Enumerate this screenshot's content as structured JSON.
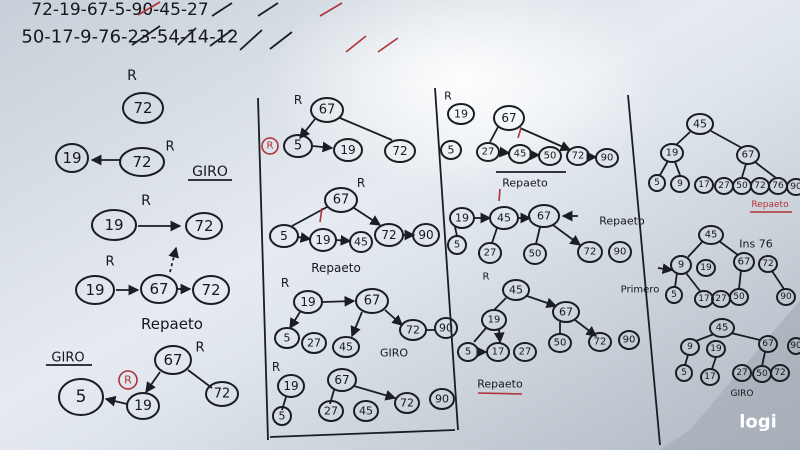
{
  "photo": {
    "subject": "whiteboard-with-avl-tree-notes",
    "ink": "#1a1d22",
    "accent": "#b0323a"
  },
  "header": {
    "row1": "72-19-67-5-90-45-27",
    "row2": "50-17-9-76-23-54-14-12"
  },
  "col1": {
    "r1": "R",
    "n72a": "72",
    "n19b": "19",
    "n72b": "72",
    "rb": "R",
    "giro1": "GIRO",
    "rc": "R",
    "n19c": "19",
    "n72c": "72",
    "rd": "R",
    "n19d": "19",
    "n67d": "67",
    "n72d": "72",
    "reparto1": "Repaeto",
    "giro2": "GIRO",
    "n5e": "5",
    "n67e": "67",
    "re": "R",
    "n19e": "19",
    "n72e": "72",
    "redR1": "R"
  },
  "col2": {
    "ra": "R",
    "n67a": "67",
    "redR2": "R",
    "n5a": "5",
    "n19a": "19",
    "n72a": "72",
    "rb": "R",
    "n67b": "67",
    "n5b": "5",
    "n19b": "19",
    "n45b": "45",
    "n72b": "72",
    "n90b": "90",
    "reparto2": "Repaeto",
    "rc": "R",
    "n19c": "19",
    "n67c": "67",
    "n5c": "5",
    "n27c": "27",
    "n45c": "45",
    "n72c": "72",
    "n90c": "90",
    "giro3": "GIRO",
    "rd": "R",
    "n19d": "19",
    "n67d": "67",
    "n5d": "5",
    "n27d": "27",
    "n45d": "45",
    "n72d": "72",
    "n90d": "90"
  },
  "col3": {
    "ra": "R",
    "n19a": "19",
    "n67a": "67",
    "n5a": "5",
    "n27a": "27",
    "n45a": "45",
    "n50a": "50",
    "n72a": "72",
    "n90a": "90",
    "reparto3": "Repaeto",
    "n19b": "19",
    "n45b": "45",
    "n67b": "67",
    "n5b": "5",
    "n27b": "27",
    "n50b": "50",
    "n72b": "72",
    "n90b": "90",
    "reparto4": "Repaeto",
    "rc": "R",
    "n45c": "45",
    "n19c": "19",
    "n67c": "67",
    "n5c": "5",
    "n17c": "17",
    "n27c": "27",
    "n50c": "50",
    "n72c": "72",
    "n90c": "90",
    "reparto5": "Repaeto"
  },
  "col4": {
    "n45a": "45",
    "n19a": "19",
    "n67a": "67",
    "n5a": "5",
    "n9a": "9",
    "n17a": "17",
    "n27a": "27",
    "n50a": "50",
    "n72a": "72",
    "n76a": "76",
    "n90a": "90",
    "reparto6": "Repaeto",
    "ins76": "Ins 76",
    "primero": "Primero",
    "n45b": "45",
    "n9b": "9",
    "n67b": "67",
    "n5b": "5",
    "n19b": "19",
    "n17b": "17",
    "n27b": "27",
    "n50b": "50",
    "n72b": "72",
    "n90b": "90",
    "n45c": "45",
    "n9c": "9",
    "n19c": "19",
    "n67c": "67",
    "n5c": "5",
    "n17c": "17",
    "n27c": "27",
    "n50c": "50",
    "n72c": "72",
    "n90c": "90",
    "giro4": "GIRO"
  },
  "watermark": {
    "brand": "logi"
  }
}
